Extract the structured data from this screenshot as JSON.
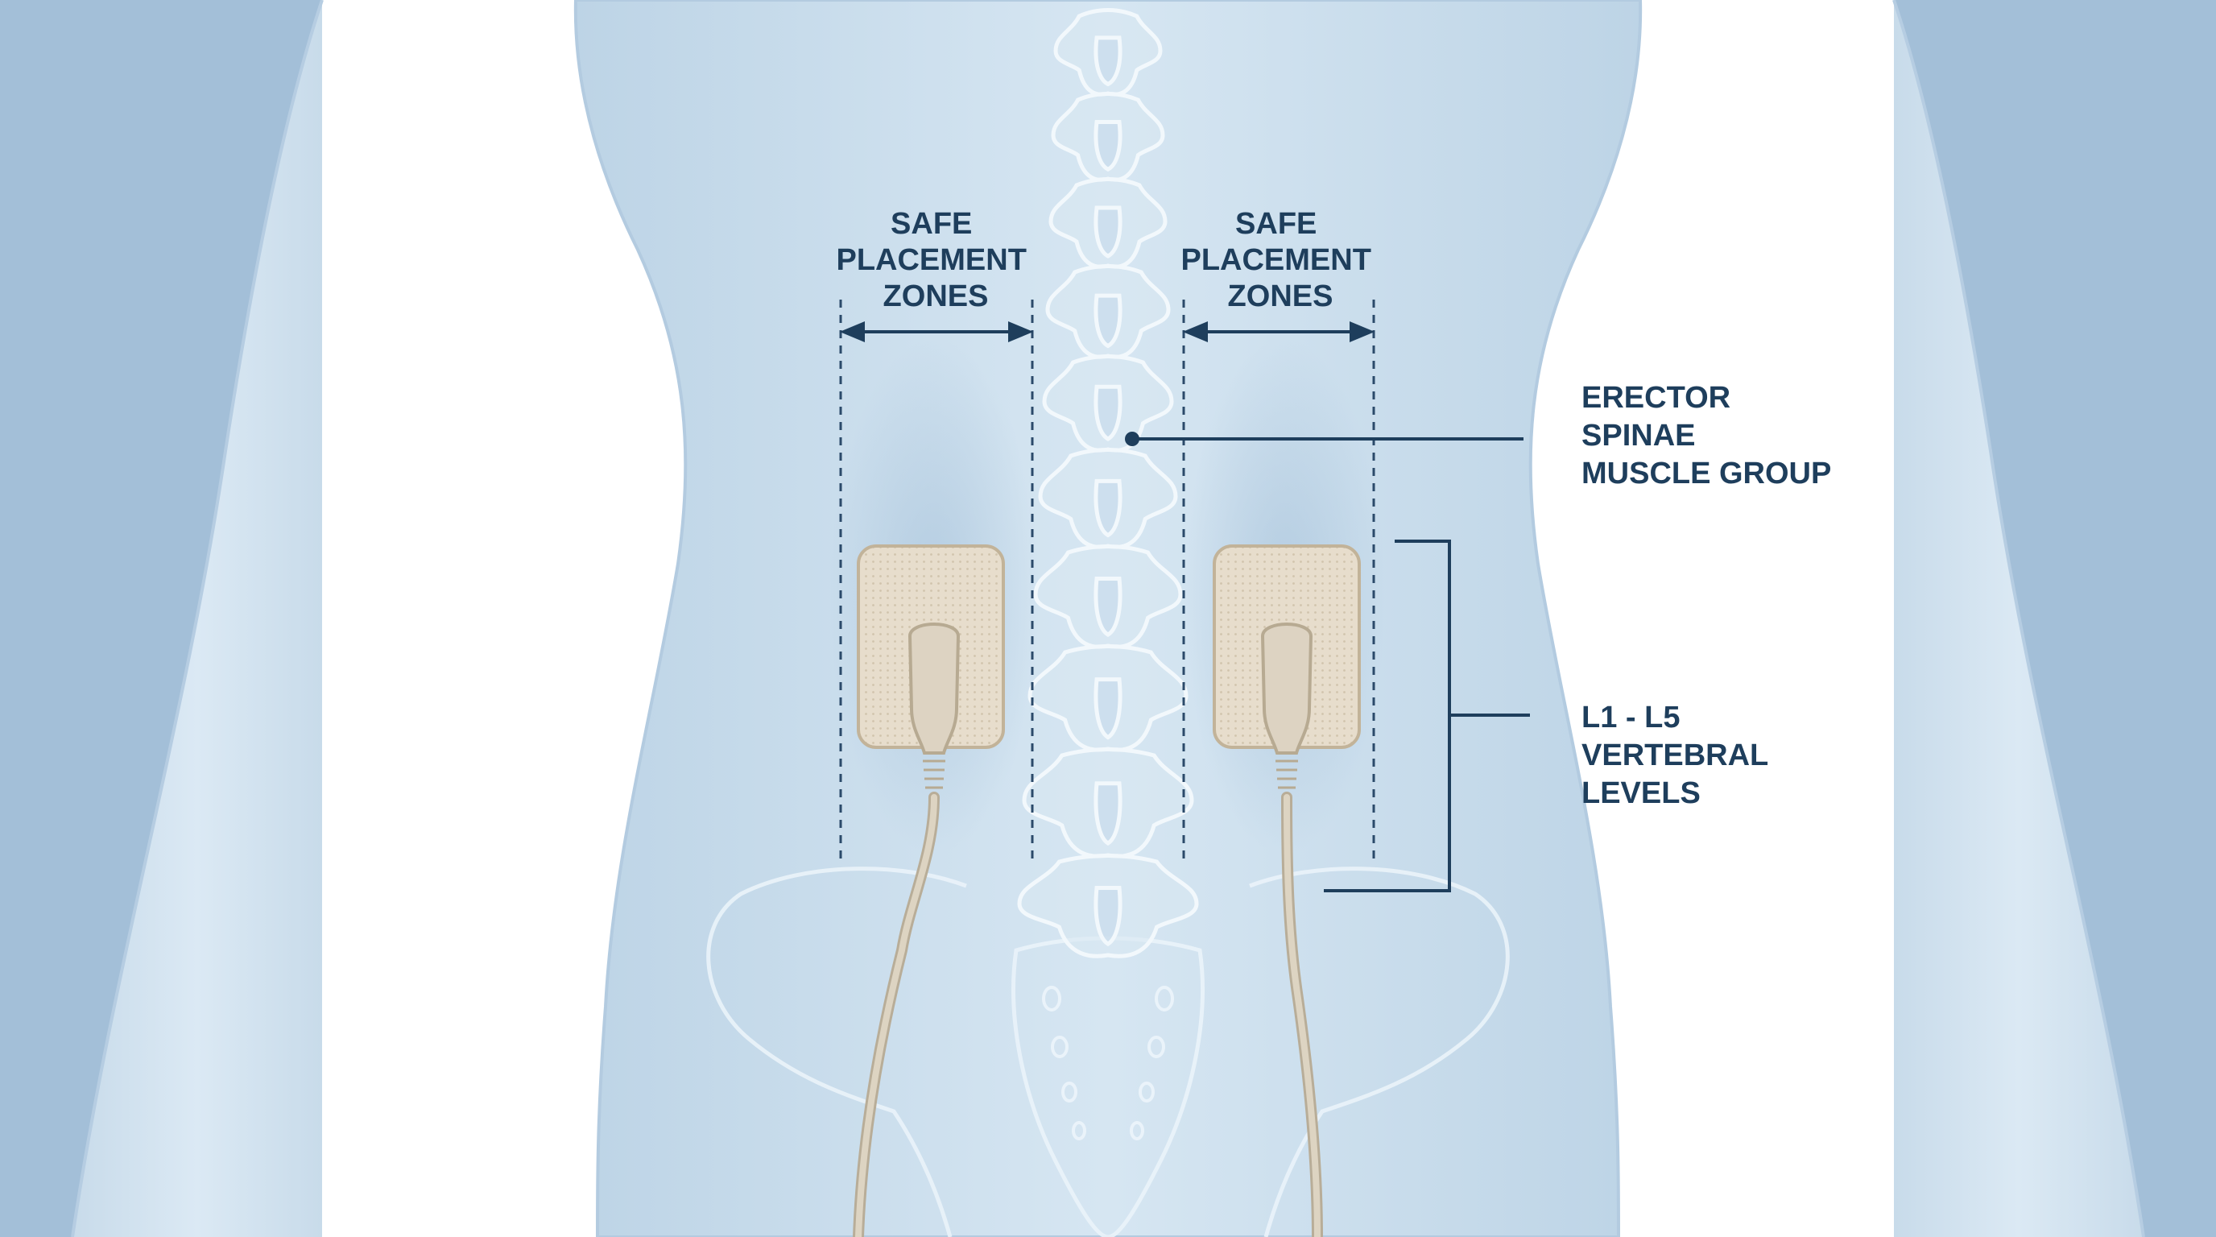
{
  "labels": {
    "safe_zone_left": [
      "SAFE",
      "PLACEMENT",
      "ZONES"
    ],
    "safe_zone_right": [
      "SAFE",
      "PLACEMENT",
      "ZONES"
    ],
    "erector_spinae": [
      "ERECTOR",
      "SPINAE",
      "MUSCLE GROUP"
    ],
    "vertebral_levels": [
      "L1 - L5",
      "VERTEBRAL",
      "LEVELS"
    ]
  },
  "colors": {
    "background": "#ffffff",
    "side_panel": "#a3bfd8",
    "skin": "#cfe1ef",
    "bone_outline": "#ffffff",
    "label_text": "#1e3e5c",
    "pad_fill": "#e6dccb",
    "cable": "#d3c9b6"
  }
}
